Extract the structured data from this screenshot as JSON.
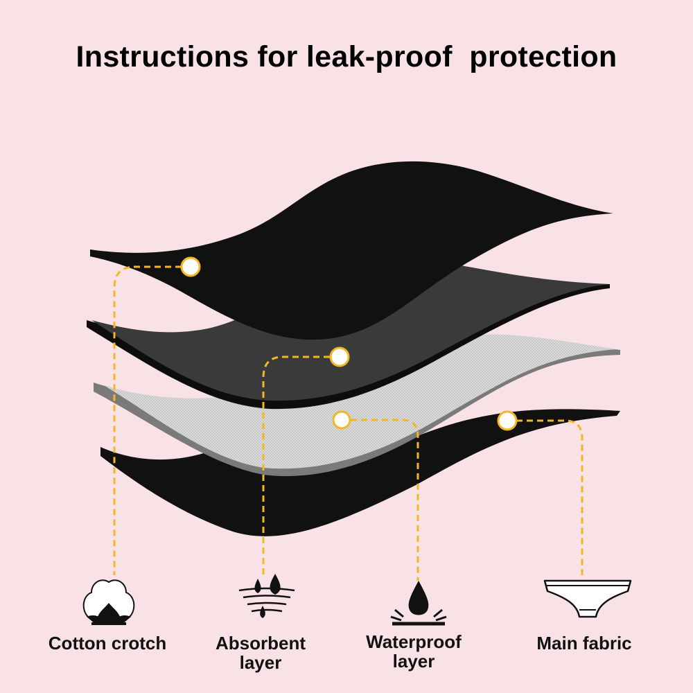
{
  "title": "Instructions for leak-proof  protection",
  "colors": {
    "background": "#f9e2e6",
    "connector": "#f2b824",
    "layer_dark": "#111111",
    "layer_gray": "#2d2d2d",
    "layer_mesh": "#d9d9d9",
    "layer_edge": "#7a7a7a"
  },
  "layers": [
    {
      "id": "cotton",
      "icon": "cotton-flower-icon",
      "label_lines": [
        "Cotton crotch"
      ]
    },
    {
      "id": "absorbent",
      "icon": "water-drops-icon",
      "label_lines": [
        "Absorbent",
        "layer"
      ]
    },
    {
      "id": "waterproof",
      "icon": "water-drop-splash-icon",
      "label_lines": [
        "Waterproof",
        "layer"
      ]
    },
    {
      "id": "fabric",
      "icon": "underwear-icon",
      "label_lines": [
        "Main fabric"
      ]
    }
  ]
}
